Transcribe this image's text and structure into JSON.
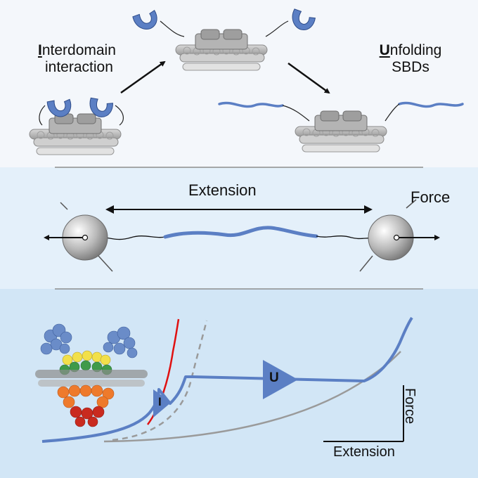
{
  "top": {
    "left_label": {
      "first": "I",
      "rest": "nterdomain",
      "line2": "interaction"
    },
    "right_label": {
      "first": "U",
      "rest": "nfolding",
      "line2": "SBDs"
    }
  },
  "middle": {
    "extension_label": "Extension",
    "force_label": "Force"
  },
  "bottom": {
    "state_i": "I",
    "state_u": "U",
    "axis_force": "Force",
    "axis_extension": "Extension"
  },
  "colors": {
    "top_bg": "#f4f7fb",
    "middle_bg": "#e4f0fa",
    "bottom_bg": "#d2e6f6",
    "domain_blue": "#5b7fc4",
    "curve_red": "#e01010",
    "gray_curve": "#9a9a9a"
  }
}
